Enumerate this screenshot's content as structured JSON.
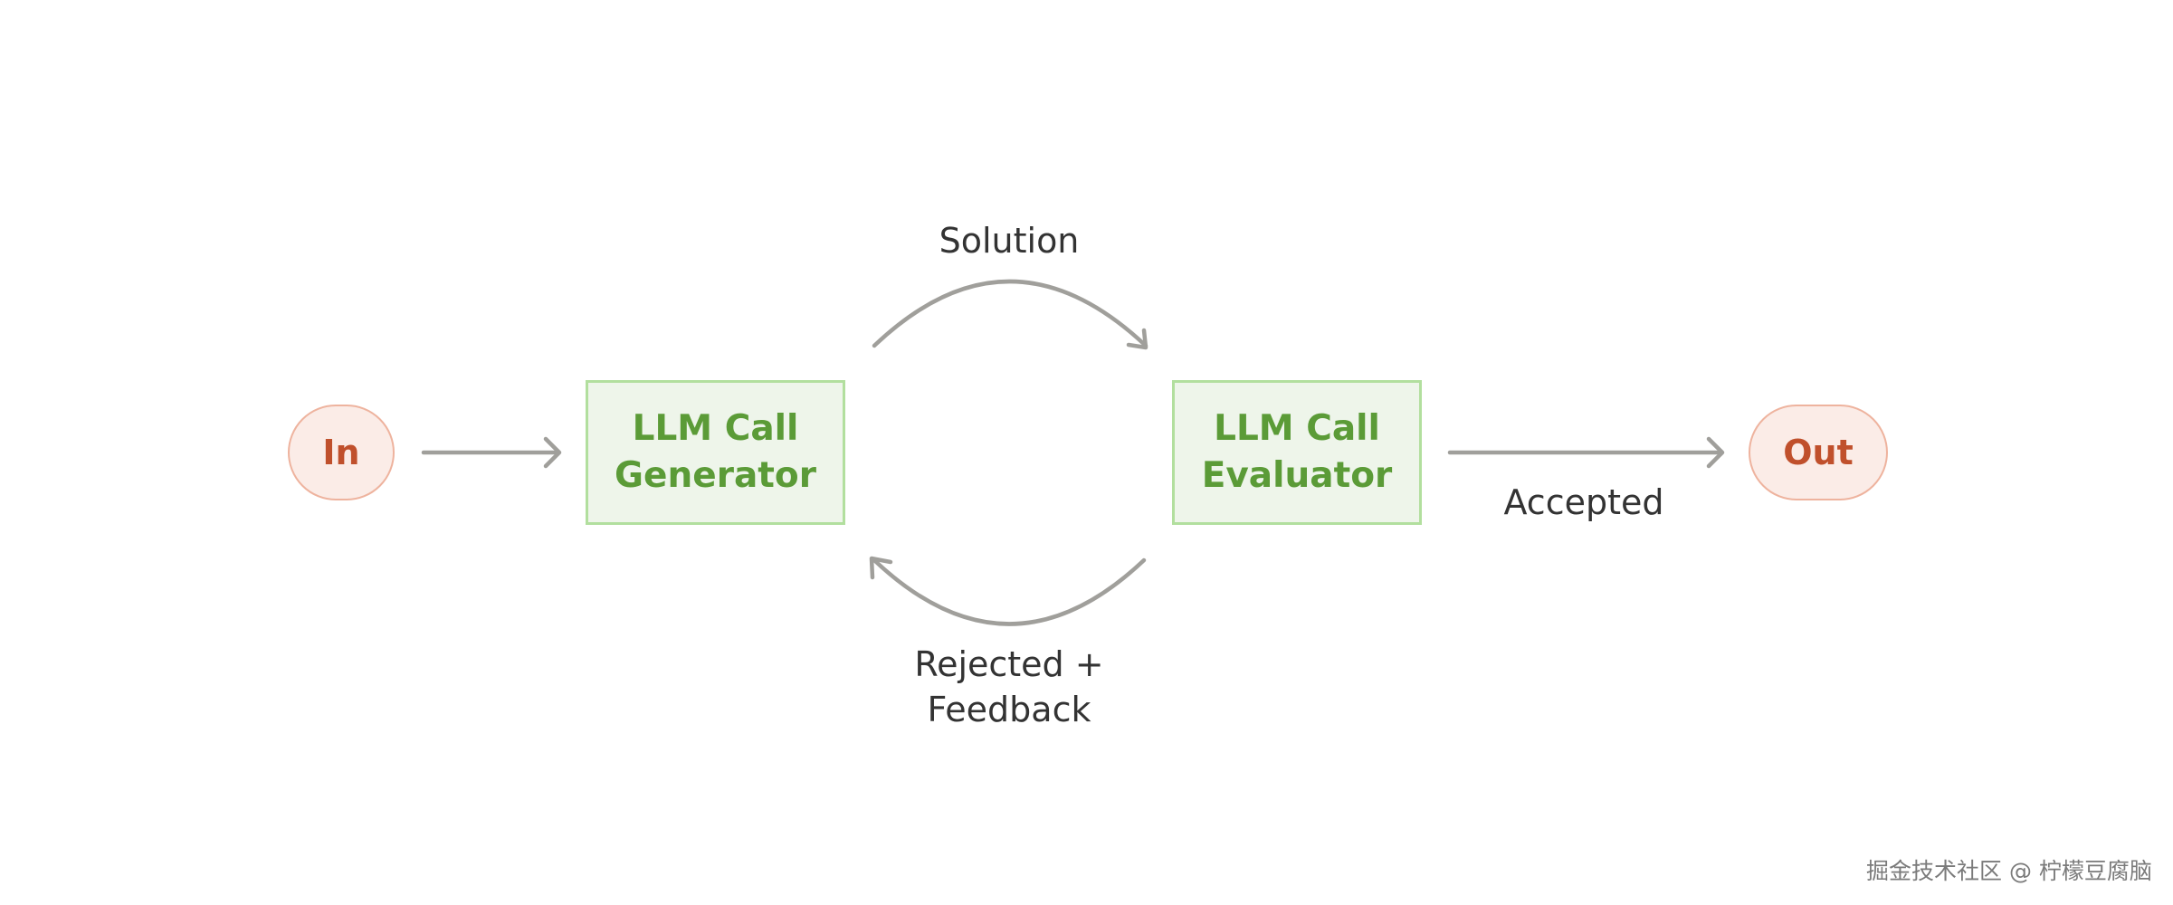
{
  "nodes": {
    "input": "In",
    "generator": {
      "line1": "LLM Call",
      "line2": "Generator"
    },
    "evaluator": {
      "line1": "LLM Call",
      "line2": "Evaluator"
    },
    "output": "Out"
  },
  "edges": {
    "solution": "Solution",
    "rejected": {
      "line1": "Rejected +",
      "line2": "Feedback"
    },
    "accepted": "Accepted"
  },
  "watermark": "掘金技术社区 @ 柠檬豆腐脑",
  "colors": {
    "pill_fill": "#fbece7",
    "pill_border": "#eeb39e",
    "pill_text": "#c0502c",
    "box_fill": "#eef5ea",
    "box_border": "#b2df9e",
    "box_text": "#5b9b37",
    "arrow": "#a09f9b",
    "label_text": "#333333"
  }
}
